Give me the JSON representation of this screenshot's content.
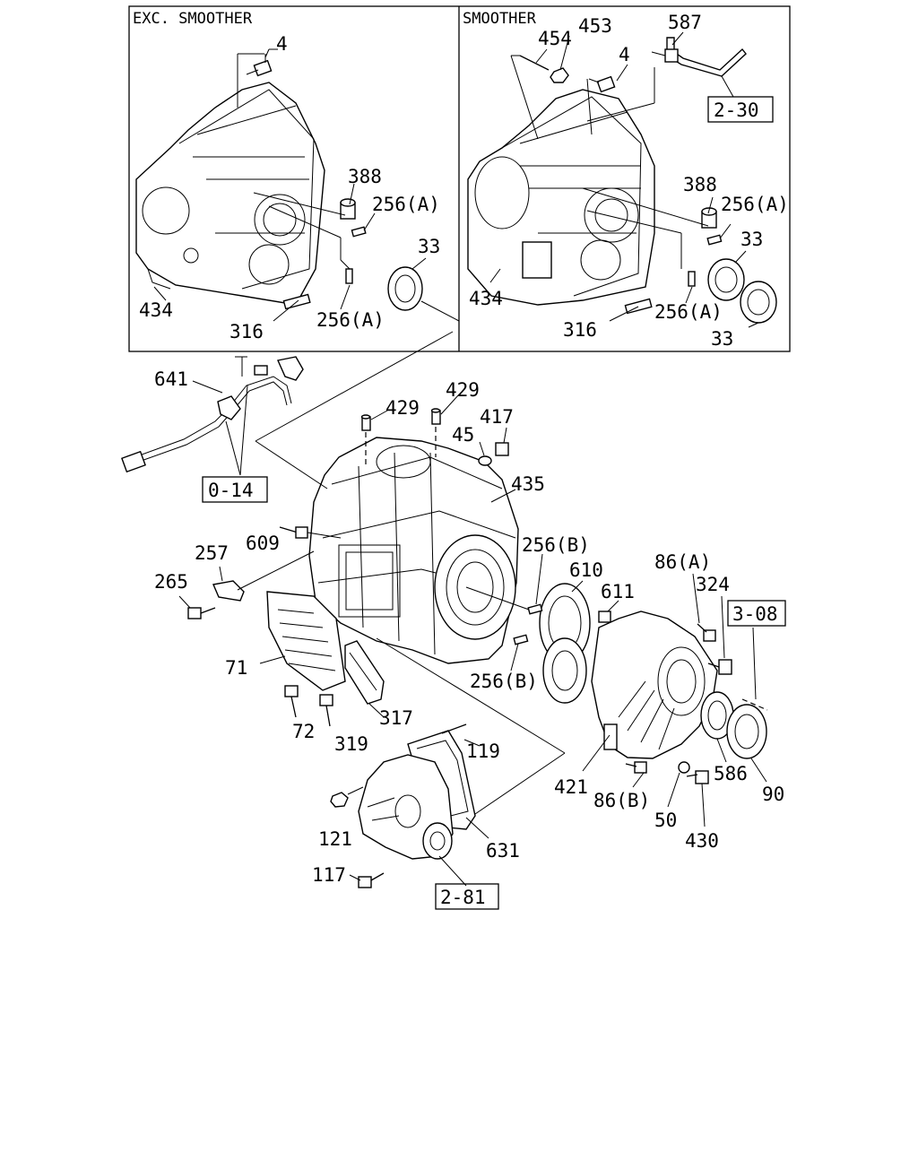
{
  "panels": {
    "left_title": "EXC. SMOOTHER",
    "right_title": "SMOOTHER"
  },
  "refs": {
    "r_2_30": "2-30",
    "r_0_14": "0-14",
    "r_3_08": "3-08",
    "r_2_81": "2-81"
  },
  "labels": {
    "l4a": "4",
    "l388a": "388",
    "l256aa": "256(A)",
    "l33a": "33",
    "l434a": "434",
    "l316a": "316",
    "l256ab": "256(A)",
    "l454": "454",
    "l453": "453",
    "l587": "587",
    "l4b": "4",
    "l388b": "388",
    "l256ba": "256(A)",
    "l33b": "33",
    "l434b": "434",
    "l316b": "316",
    "l256bb": "256(A)",
    "l33c": "33",
    "l641": "641",
    "l429a": "429",
    "l429b": "429",
    "l417": "417",
    "l45": "45",
    "l435": "435",
    "l609": "609",
    "l257": "257",
    "l265": "265",
    "l256b1": "256(B)",
    "l610": "610",
    "l611": "611",
    "l86a": "86(A)",
    "l324": "324",
    "l71": "71",
    "l256b2": "256(B)",
    "l72": "72",
    "l319": "319",
    "l317": "317",
    "l119": "119",
    "l421": "421",
    "l86b": "86(B)",
    "l586": "586",
    "l90": "90",
    "l50": "50",
    "l430": "430",
    "l121": "121",
    "l631": "631",
    "l117": "117"
  }
}
